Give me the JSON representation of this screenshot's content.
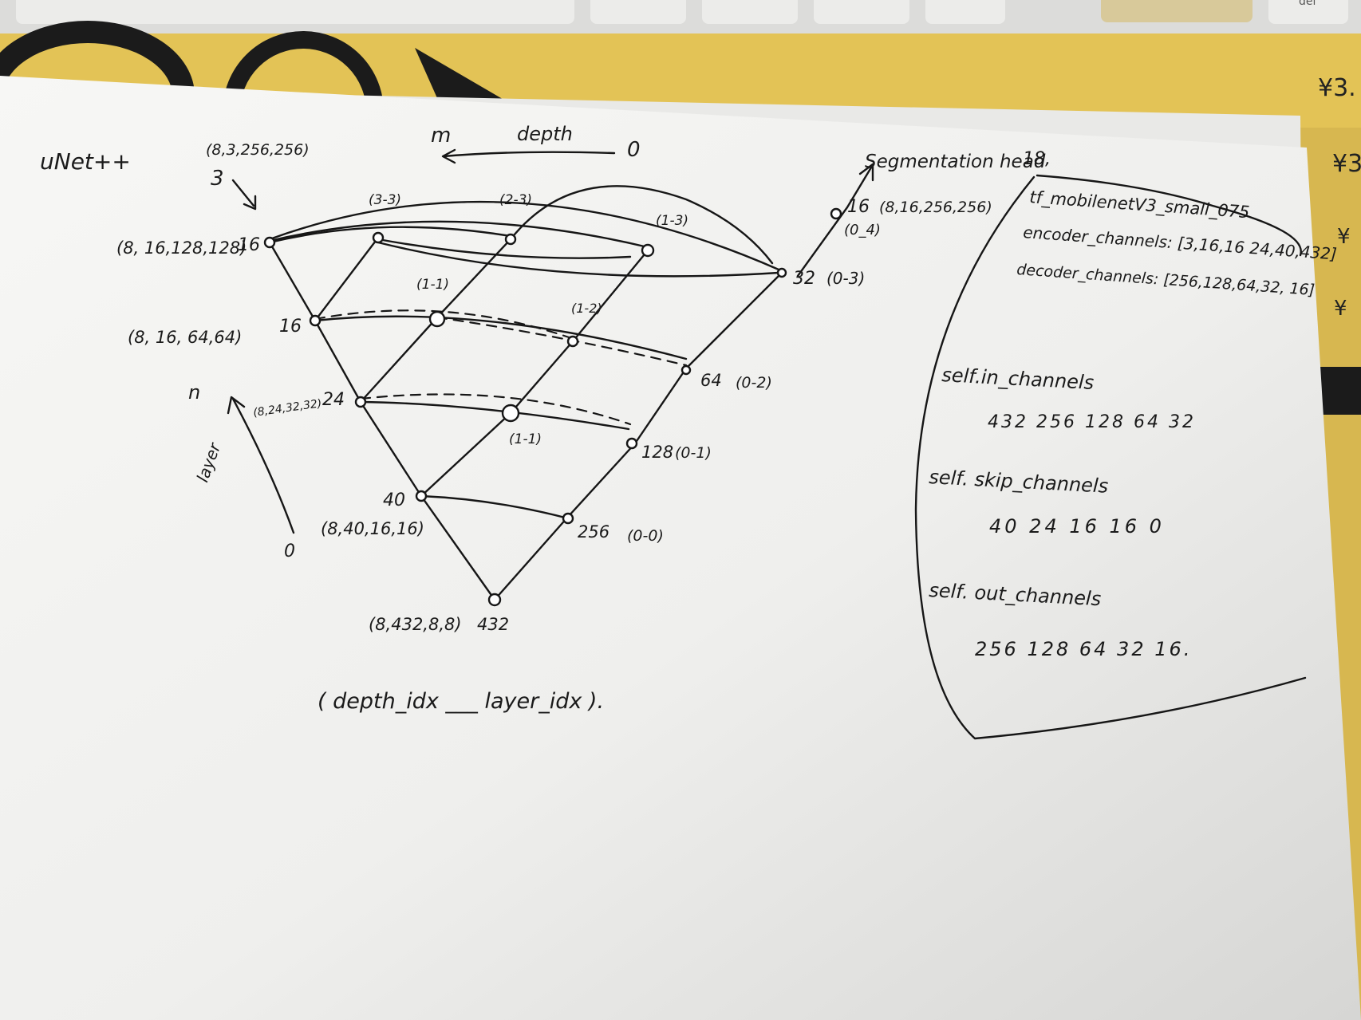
{
  "title": "uNet++",
  "axis": {
    "depth_label": "depth",
    "depth_left": "m",
    "depth_right": "0",
    "layer_label": "layer",
    "layer_top": "n",
    "layer_bottom": "0"
  },
  "input": {
    "shape": "(8,3,256,256)",
    "channels": "3"
  },
  "encoder_nodes": [
    {
      "shape": "(8, 16,128,128)",
      "channels": "16"
    },
    {
      "shape": "(8, 16, 64,64)",
      "channels": "16"
    },
    {
      "shape": "(8,24,32,32)",
      "channels": "24"
    },
    {
      "shape": "(8,40,16,16)",
      "channels": "40"
    },
    {
      "shape": "(8,432,8,8)",
      "channels": "432"
    }
  ],
  "decoder_nodes": [
    {
      "channels": "32",
      "label": "(0-3)"
    },
    {
      "channels": "64",
      "label": "(0-2)"
    },
    {
      "channels": "128",
      "label": "(0-1)"
    },
    {
      "channels": "256",
      "label": "(0-0)"
    }
  ],
  "inner_labels": [
    "(3-3)",
    "(2-3)",
    "(1-3)",
    "(1-1)",
    "(1-2)",
    "(1-1)"
  ],
  "head": {
    "label": "Segmentation head",
    "suffix": "18,",
    "channels": "16",
    "shape": "(8,16,256,256)",
    "idx": "(0_4)"
  },
  "legend": "( depth_idx ___ layer_idx ).",
  "notes": {
    "model": "tf_mobilenetV3_small_075",
    "encoder_channels": "encoder_channels: [3,16,16 24,40,432]",
    "decoder_channels": "decoder_channels: [256,128,64,32, 16]",
    "in_channels_label": "self.in_channels",
    "in_channels": "432  256  128  64  32",
    "skip_channels_label": "self. skip_channels",
    "skip_channels": "40  24  16  16  0",
    "out_channels_label": "self. out_channels",
    "out_channels": "256  128  64  32  16."
  },
  "desk": {
    "yen1": "¥3.",
    "yen2": "¥3",
    "yen3": "¥",
    "yen4": "¥",
    "key": "del"
  }
}
